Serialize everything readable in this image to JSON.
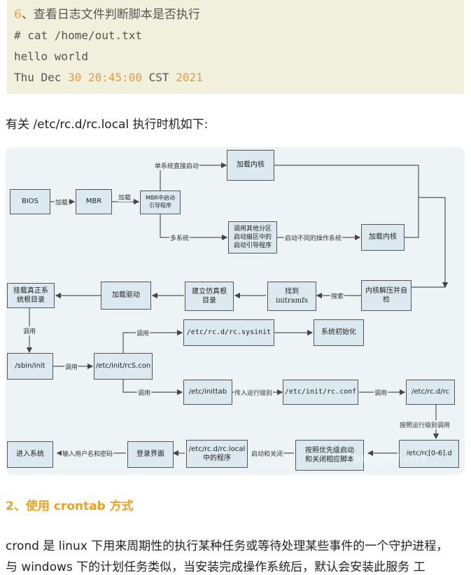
{
  "code_block": {
    "title_num": "6",
    "title_text": "、查看日志文件判断脚本是否执行",
    "command": "# cat /home/out.txt",
    "output1": "hello world",
    "date_prefix": "Thu Dec ",
    "date_day": "30",
    "date_time": "20:45:00",
    "date_tz": " CST ",
    "date_year": "2021"
  },
  "intro": "有关 /etc/rc.d/rc.local 执行时机如下:",
  "diagram": {
    "boxes": {
      "bios": "BIOS",
      "mbr": "MBR",
      "mbr_boot": "MBR中启动\n引导程序",
      "load_kernel_1": "加载内核",
      "call_other": "调用其他分区\n启动扇区中的\n启动引导程序",
      "load_kernel_2": "加载内核",
      "unpack_kernel": "内核解压并自\n检",
      "find_initramfs": "找到\ninitramfs",
      "build_fake_root": "建立仿真根\n目录",
      "load_driver": "加载驱动",
      "mount_root": "挂载真正系\n统根目录",
      "sbin_init": "/sbin/init",
      "rcS": "/etc/init/rcS.con",
      "rc_sysinit": "/etc/rc.d/rc.sysinit",
      "sys_init": "系统初始化",
      "inittab": "/etc/inittab",
      "rc_conf": "/etc/init/rc.conf",
      "rc_d_rc": "/etc/rc.d/rc",
      "rc_0_6": "/etc/rc[0-6].d",
      "priority_start": "按照优先级启动\n和关闭相应脚本",
      "rc_local": "/etc/rc.d/rc.local\n中的程序",
      "login_ui": "登录界面",
      "enter_system": "进入系统"
    },
    "labels": {
      "load": "加载",
      "load2": "加载",
      "single_system": "单系统直接启动",
      "multi_system": "多系统",
      "start_diff": "启动不同的操作系统",
      "search": "搜索",
      "call1": "调用",
      "call2": "调用",
      "call3": "调用",
      "call4": "调用",
      "call5": "调用",
      "pass_runlevel": "传入运行级别",
      "by_runlevel": "按照运行级别调用",
      "start_close": "启动和关闭",
      "input_user": "输入用户名和密码"
    },
    "watermark": "@星比天照乐小分享"
  },
  "section_heading": "2、使用 crontab 方式",
  "body_line1": "crond 是 linux 下用来周期性的执行某种任务或等待处理某些事件的一个守护进程，",
  "body_line2": "与 windows 下的计划任务类似，当安装完成操作系统后，默认会安装此服务 工"
}
